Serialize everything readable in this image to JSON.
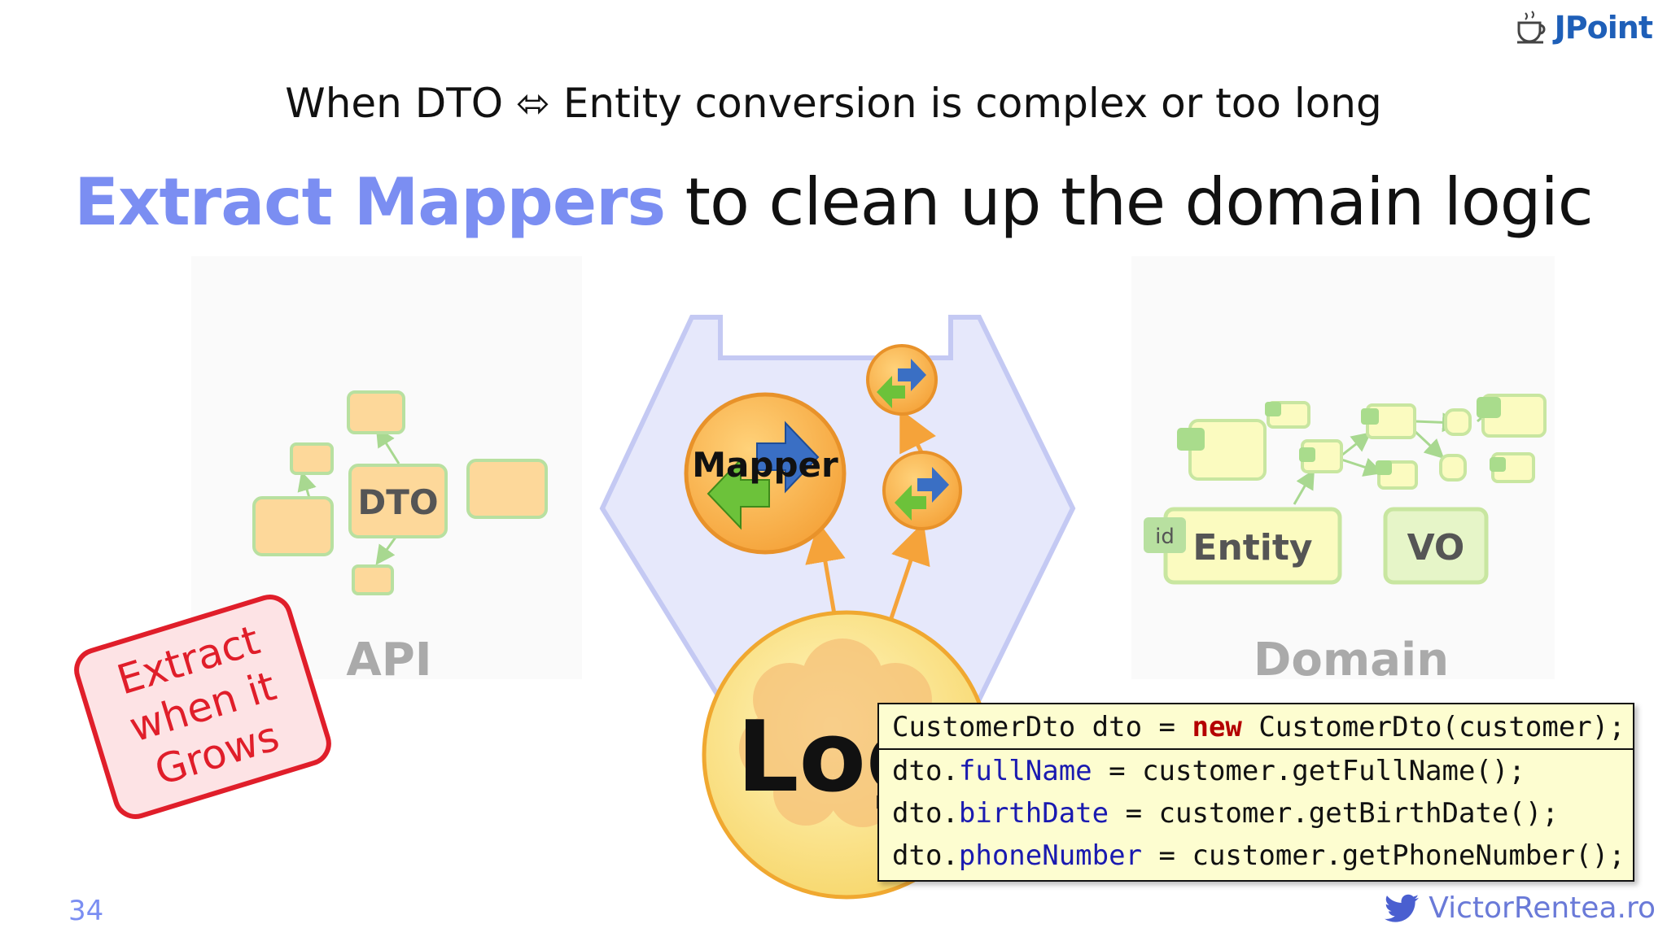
{
  "logo": {
    "text": "JPoint",
    "icon": "coffee-cup-icon"
  },
  "header": {
    "subtitle_before": "When DTO ",
    "subtitle_arrow": "⬄",
    "subtitle_after": " Entity conversion is complex or too long",
    "title_accent": "Extract Mappers",
    "title_rest": " to clean up the domain logic"
  },
  "diagram": {
    "api_label": "API",
    "dto_label": "DTO",
    "domain_label": "Domain",
    "entity_label": "Entity",
    "id_label": "id",
    "vo_label": "VO",
    "mapper_label": "Mapper",
    "logic_label": "Log"
  },
  "stamp": {
    "lines": [
      "Extract",
      "when it",
      "Grows"
    ]
  },
  "code": {
    "line1_a": "CustomerDto dto = ",
    "line1_kw": "new",
    "line1_b": " CustomerDto(customer);",
    "line2_a": "dto.",
    "line2_f": "fullName",
    "line2_b": " = customer.getFullName();",
    "line3_a": "dto.",
    "line3_f": "birthDate",
    "line3_b": " = customer.getBirthDate();",
    "line4_a": "dto.",
    "line4_f": "phoneNumber",
    "line4_b": " = customer.getPhoneNumber();"
  },
  "footer": {
    "page_number": "34",
    "author": "VictorRentea.ro",
    "author_icon": "twitter-bird-icon"
  },
  "colors": {
    "accent": "#7b8ef2",
    "stamp_red": "#e01e2a",
    "orange": "#f5a33a",
    "code_bg": "#fdfdd0"
  }
}
